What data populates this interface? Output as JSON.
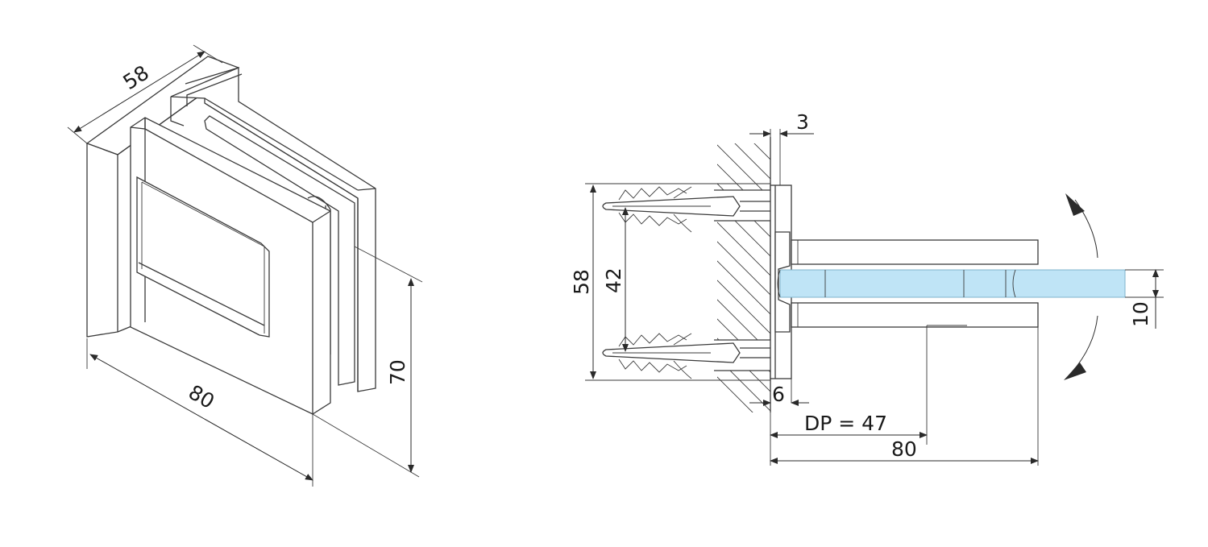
{
  "colors": {
    "line": "#3a3a3a",
    "glass": "#bfe4f6",
    "glass_stroke": "#7fb3cc",
    "background": "#ffffff"
  },
  "iso_view": {
    "dim_depth": "58",
    "dim_width": "80",
    "dim_height": "70"
  },
  "section_view": {
    "dim_cover": "3",
    "dim_wall_height": "58",
    "dim_anchor_spacing": "42",
    "dim_glass_thickness": "10",
    "dim_flange": "6",
    "dim_pivot": "DP = 47",
    "dim_length": "80",
    "rotation_icon": "curved-double-arrow-icon"
  }
}
